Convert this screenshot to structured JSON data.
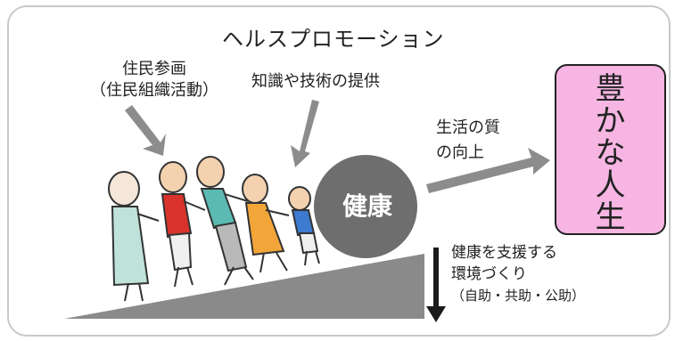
{
  "title": "ヘルスプロモーション",
  "participation": {
    "line1": "住民参画",
    "line2": "（住民組織活動）"
  },
  "knowledge": "知識や技術の提供",
  "quality": {
    "line1": "生活の質",
    "line2": "の向上"
  },
  "health": "健康",
  "life": [
    "豊",
    "か",
    "な",
    "人",
    "生"
  ],
  "support": {
    "line1": "健康を支援する",
    "line2": "環境づくり",
    "line3": "（自助・共助・公助）"
  },
  "colors": {
    "slope": "#8a8a8a",
    "ball": "#6e6e6e",
    "life_box": "#f6b5e2",
    "arrow": "#8c8c8c"
  }
}
